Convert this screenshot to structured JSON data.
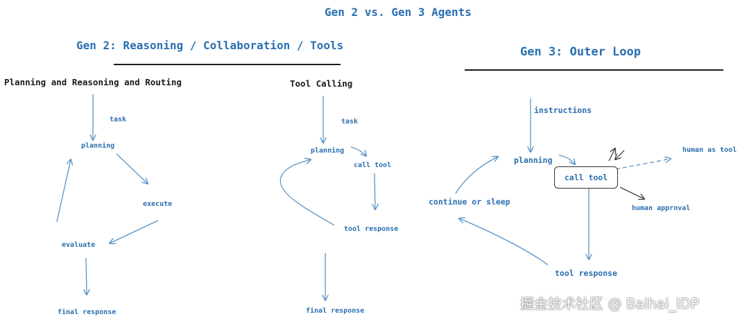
{
  "title": "Gen 2 vs. Gen 3 Agents",
  "gen2": {
    "heading": "Gen 2: Reasoning / Collaboration / Tools",
    "left": {
      "subtitle": "Planning and Reasoning and Routing",
      "task": "task",
      "planning": "planning",
      "execute": "execute",
      "evaluate": "evaluate",
      "final": "final response"
    },
    "right": {
      "subtitle": "Tool Calling",
      "task": "task",
      "planning": "planning",
      "call_tool": "call tool",
      "tool_response": "tool response",
      "final": "final response"
    }
  },
  "gen3": {
    "heading": "Gen 3: Outer Loop",
    "instructions": "instructions",
    "planning": "planning",
    "call_tool": "call tool",
    "human_as_tool": "human as tool",
    "human_approval": "human approval",
    "continue_or_sleep": "continue or sleep",
    "tool_response": "tool response"
  },
  "watermark": "掘金技术社区 @ Baihai_IDP",
  "colors": {
    "accent": "#2a6fb0",
    "arrow": "#5b93c4",
    "ink": "#1a1a1a"
  }
}
